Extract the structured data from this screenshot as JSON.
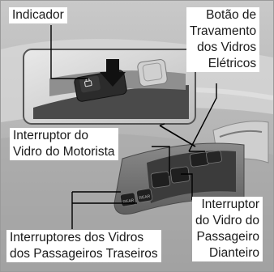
{
  "labels": {
    "indicator": "Indicador",
    "lock_button": [
      "Botão de",
      "Travamento",
      "dos Vidros",
      "Elétricos"
    ],
    "driver_switch": [
      "Interruptor do",
      "Vidro do Motorista"
    ],
    "passenger_switch": [
      "Interruptor",
      "do Vidro do",
      "Passageiro",
      "Dianteiro"
    ],
    "rear_switches": [
      "Interruptores dos Vidros",
      "dos Passageiros Traseiros"
    ]
  },
  "colors": {
    "background_light": "#d2d2d2",
    "background_dark": "#8c8c8c",
    "switch_panel": "#3b3b3b",
    "switch_body": "#1f1f1f",
    "leader_line": "#000000",
    "label_background": "#ffffff"
  },
  "icons": [
    "down-arrow-icon",
    "window-lock-icon"
  ]
}
